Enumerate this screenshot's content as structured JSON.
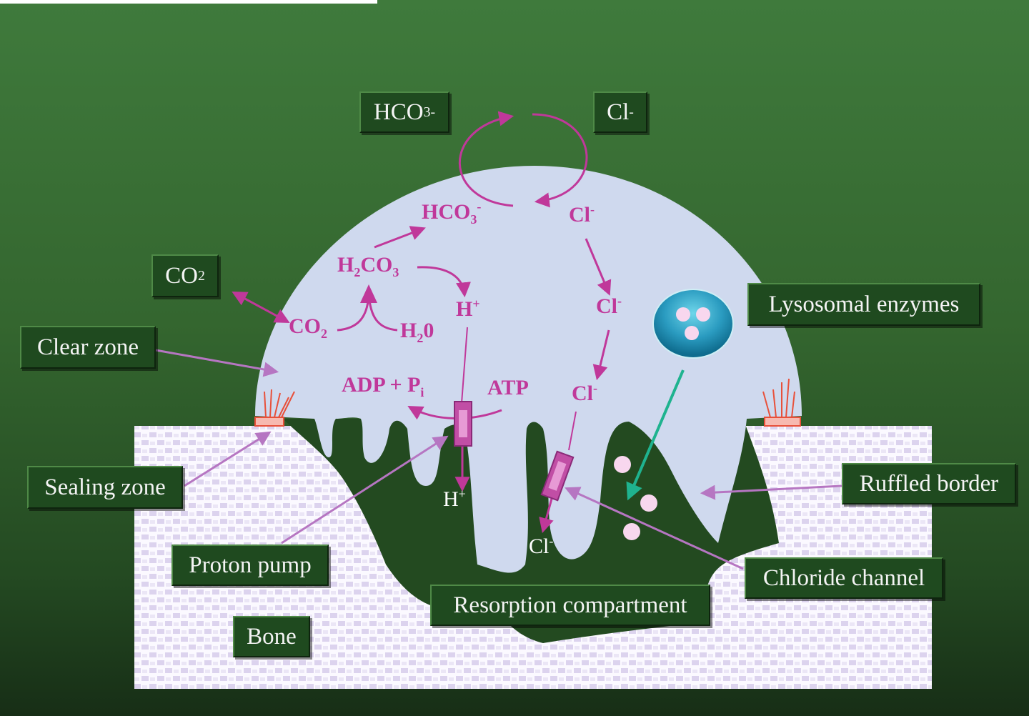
{
  "labels": {
    "hco3_out": {
      "main": "HCO",
      "sub": "3",
      "sup": "-"
    },
    "cl_out": {
      "main": "Cl",
      "sup": "-"
    },
    "co2_out": {
      "main": "CO",
      "sub": "2"
    },
    "clear_zone": "Clear zone",
    "lysosomal_enzymes": "Lysosomal enzymes",
    "sealing_zone": "Sealing zone",
    "ruffled_border": "Ruffled border",
    "proton_pump": "Proton pump",
    "chloride_channel": "Chloride channel",
    "resorption_compartment": "Resorption compartment",
    "bone": "Bone"
  },
  "chemistry": {
    "hco3_in": {
      "main": "HCO",
      "sub": "3",
      "sup": "-"
    },
    "cl_in_1": {
      "main": "Cl",
      "sup": "-"
    },
    "h2co3": {
      "a": "H",
      "sub1": "2",
      "b": "CO",
      "sub2": "3"
    },
    "h_plus_in": {
      "main": "H",
      "sup": "+"
    },
    "cl_in_2": {
      "main": "Cl",
      "sup": "-"
    },
    "co2_in": {
      "main": "CO",
      "sub": "2"
    },
    "h2o": {
      "a": "H",
      "sub": "2",
      "b": "0"
    },
    "adp_pi": {
      "main": "ADP + P",
      "sub": "i"
    },
    "atp": "ATP",
    "cl_in_3": {
      "main": "Cl",
      "sup": "-"
    },
    "h_plus_out": {
      "main": "H",
      "sup": "+"
    },
    "cl_out_bottom": {
      "main": "Cl",
      "sup": "-"
    }
  },
  "colors": {
    "background_top": "#3f7a3c",
    "background_bottom": "#172e16",
    "cell": "#cfd9ee",
    "resorption": "#234a20",
    "arrow_magenta": "#c0389a",
    "arrow_label": "#b676c2",
    "arrow_teal": "#1fb38f",
    "bone_fill": "#ffffff",
    "bone_pattern": "#d9d0ec"
  }
}
